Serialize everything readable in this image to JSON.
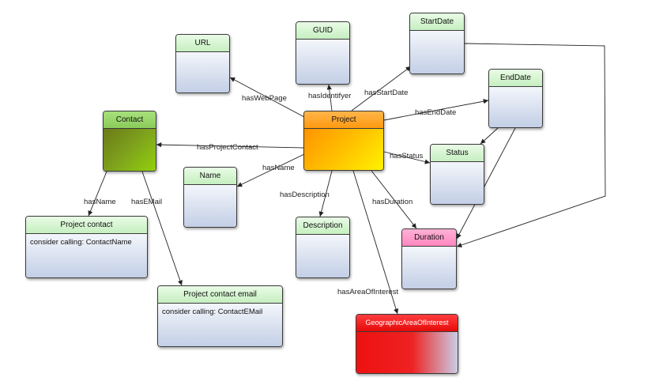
{
  "nodes": {
    "project": {
      "label": "Project"
    },
    "url": {
      "label": "URL"
    },
    "guid": {
      "label": "GUID"
    },
    "startdate": {
      "label": "StartDate"
    },
    "enddate": {
      "label": "EndDate"
    },
    "contact": {
      "label": "Contact"
    },
    "name": {
      "label": "Name"
    },
    "status": {
      "label": "Status"
    },
    "description": {
      "label": "Description"
    },
    "duration": {
      "label": "Duration"
    },
    "project_contact": {
      "label": "Project contact",
      "note": "consider calling: ContactName"
    },
    "project_contact_email": {
      "label": "Project contact email",
      "note": "consider calling: ContactEMail"
    },
    "geo": {
      "label": "GeographicAreaOfInterest"
    }
  },
  "edges": {
    "hasWebPage": "hasWebPage",
    "hasIdentifyer": "hasIdentifyer",
    "hasStartDate": "hasStartDate",
    "hasEndDate": "hasEndDate",
    "hasProjectContact": "hasProjectContact",
    "hasName": "hasName",
    "hasStatus": "hasStatus",
    "hasDescription": "hasDescription",
    "hasDuration": "hasDuration",
    "hasAreaOfInterest": "hasAreaOfInterest",
    "contactHasName": "hasName",
    "contactHasEMail": "hasEMail"
  }
}
